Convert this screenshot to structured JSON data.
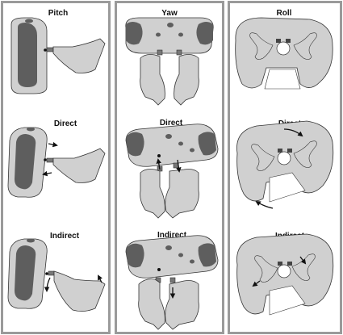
{
  "columns": [
    {
      "id": "pitch",
      "title": "Pitch",
      "rows": [
        "",
        "Direct",
        "Indirect"
      ]
    },
    {
      "id": "yaw",
      "title": "Yaw",
      "rows": [
        "",
        "Direct",
        "Indirect"
      ]
    },
    {
      "id": "roll",
      "title": "Roll",
      "rows": [
        "",
        "Direct",
        "Indirect"
      ]
    }
  ],
  "colors": {
    "frame": "#9a9a9a",
    "shape_fill": "#d0d0d0",
    "shape_stroke": "#333333",
    "dark_patch": "#5e5e5e"
  }
}
